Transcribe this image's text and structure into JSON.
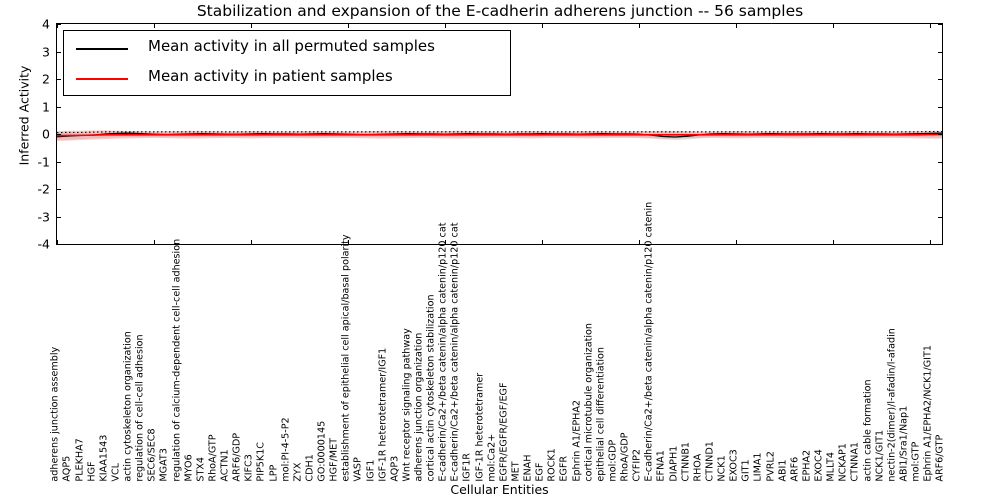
{
  "chart_data": {
    "type": "line",
    "title": "Stabilization and expansion of the E-cadherin adherens junction -- 56 samples",
    "xlabel": "Cellular Entities",
    "ylabel": "Inferred Activity",
    "ylim": [
      -4,
      4
    ],
    "yticks": [
      -4,
      -3,
      -2,
      -1,
      0,
      1,
      2,
      3,
      4
    ],
    "grid": false,
    "legend_position": "upper left",
    "legend": [
      {
        "label": "Mean activity in all permuted samples",
        "color": "#000000"
      },
      {
        "label": "Mean activity in patient samples",
        "color": "#ff0000"
      }
    ],
    "categories": [
      "adherens junction assembly",
      "AQP5",
      "PLEKHA7",
      "HGF",
      "KIAA1543",
      "VCL",
      "actin cytoskeleton organization",
      "regulation of cell-cell adhesion",
      "SEC6/SEC8",
      "MGAT3",
      "regulation of calcium-dependent cell-cell adhesion",
      "MYO6",
      "STX4",
      "RhoA/GTP",
      "ACTN1",
      "ARF6/GDP",
      "KIFC3",
      "PIP5K1C",
      "LPP",
      "mol:PI-4-5-P2",
      "ZYX",
      "CDH1",
      "GO:0000145",
      "HGF/MET",
      "establishment of epithelial cell apical/basal polarity",
      "VASP",
      "IGF1",
      "IGF-1R heterotetramer/IGF1",
      "AQP3",
      "Wnt receptor signaling pathway",
      "adherens junction organization",
      "cortical actin cytoskeleton stabilization",
      "E-cadherin/Ca2+/beta catenin/alpha catenin/p120 cat",
      "E-cadherin/Ca2+/beta catenin/alpha catenin/p120 cat",
      "IGF1R",
      "IGF-1R heterotetramer",
      "mol:Ca2+",
      "EGFR/EGFR/EGF/EGF",
      "MET",
      "ENAH",
      "EGF",
      "ROCK1",
      "EGFR",
      "Ephrin A1/EPHA2",
      "cortical microtubule organization",
      "epithelial cell differentiation",
      "mol:GDP",
      "RhoA/GDP",
      "CYFIP2",
      "E-cadherin/Ca2+/beta catenin/alpha catenin/p120 catenin",
      "EFNA1",
      "DIAPH1",
      "CTNNB1",
      "RHOA",
      "CTNND1",
      "NCK1",
      "EXOC3",
      "GIT1",
      "LIMA1",
      "PVRL2",
      "ABI1",
      "ARF6",
      "EPHA2",
      "EXOC4",
      "MLLT4",
      "NCKAP1",
      "CTNNA1",
      "actin cable formation",
      "NCK1/GIT1",
      "nectin-2(dimer)/l-afadin/l-afadin",
      "ABI1/Sra1/Nap1",
      "mol:GTP",
      "Ephrin A1/EPHA2/NCK1/GIT1",
      "ARF6/GTP"
    ],
    "series": [
      {
        "name": "Mean activity in all permuted samples",
        "color": "#000000",
        "values": [
          -0.1,
          -0.07,
          -0.05,
          -0.04,
          0.0,
          0.02,
          0.03,
          0.01,
          -0.01,
          -0.02,
          -0.01,
          0.0,
          0.01,
          0.0,
          -0.01,
          -0.01,
          0.0,
          0.01,
          0.0,
          0.0,
          -0.01,
          0.0,
          0.01,
          0.0,
          -0.01,
          -0.02,
          -0.02,
          -0.01,
          0.0,
          0.01,
          0.0,
          0.0,
          -0.01,
          0.0,
          0.01,
          0.0,
          0.0,
          -0.01,
          0.0,
          0.0,
          0.01,
          0.0,
          0.0,
          -0.01,
          0.0,
          0.01,
          0.0,
          0.0,
          -0.01,
          -0.04,
          -0.09,
          -0.11,
          -0.08,
          -0.03,
          0.0,
          0.01,
          0.0,
          -0.01,
          0.0,
          0.01,
          0.0,
          0.0,
          0.0,
          0.01,
          0.0,
          0.0,
          0.01,
          0.0,
          0.0,
          -0.01,
          0.0,
          0.01,
          0.02,
          0.03
        ]
      },
      {
        "name": "Mean activity in patient samples",
        "color": "#ff0000",
        "values": [
          -0.06,
          -0.05,
          -0.05,
          -0.04,
          -0.03,
          -0.03,
          -0.03,
          -0.03,
          -0.03,
          -0.03,
          -0.03,
          -0.03,
          -0.03,
          -0.03,
          -0.03,
          -0.03,
          -0.03,
          -0.03,
          -0.03,
          -0.03,
          -0.03,
          -0.03,
          -0.03,
          -0.03,
          -0.03,
          -0.03,
          -0.03,
          -0.03,
          -0.03,
          -0.03,
          -0.03,
          -0.03,
          -0.03,
          -0.03,
          -0.03,
          -0.03,
          -0.03,
          -0.03,
          -0.03,
          -0.03,
          -0.03,
          -0.03,
          -0.03,
          -0.03,
          -0.03,
          -0.03,
          -0.03,
          -0.03,
          -0.03,
          -0.03,
          -0.03,
          -0.03,
          -0.03,
          -0.03,
          -0.03,
          -0.03,
          -0.03,
          -0.03,
          -0.03,
          -0.03,
          -0.03,
          -0.03,
          -0.03,
          -0.03,
          -0.03,
          -0.03,
          -0.03,
          -0.03,
          -0.03,
          -0.03,
          -0.03,
          -0.03,
          -0.02,
          -0.02
        ]
      }
    ],
    "bands": [
      {
        "name": "permuted-band",
        "color": "#bbbbbb",
        "upper": [
          0.05,
          0.06,
          0.06,
          0.07,
          0.07,
          0.08,
          0.08,
          0.07,
          0.06,
          0.06,
          0.06,
          0.07,
          0.07,
          0.06,
          0.06,
          0.06,
          0.07,
          0.07,
          0.06,
          0.06,
          0.06,
          0.07,
          0.07,
          0.06,
          0.06,
          0.06,
          0.06,
          0.06,
          0.06,
          0.07,
          0.07,
          0.06,
          0.06,
          0.06,
          0.07,
          0.07,
          0.06,
          0.06,
          0.06,
          0.07,
          0.07,
          0.06,
          0.06,
          0.06,
          0.07,
          0.07,
          0.06,
          0.06,
          0.06,
          0.07,
          0.08,
          0.07,
          0.06,
          0.06,
          0.06,
          0.07,
          0.07,
          0.06,
          0.06,
          0.06,
          0.07,
          0.07,
          0.06,
          0.06,
          0.06,
          0.07,
          0.07,
          0.06,
          0.06,
          0.06,
          0.07,
          0.07,
          0.08,
          0.08
        ],
        "lower": [
          -0.22,
          -0.2,
          -0.18,
          -0.16,
          -0.14,
          -0.12,
          -0.12,
          -0.12,
          -0.12,
          -0.12,
          -0.12,
          -0.12,
          -0.12,
          -0.12,
          -0.12,
          -0.12,
          -0.12,
          -0.12,
          -0.12,
          -0.12,
          -0.12,
          -0.12,
          -0.12,
          -0.12,
          -0.12,
          -0.12,
          -0.12,
          -0.12,
          -0.12,
          -0.12,
          -0.12,
          -0.12,
          -0.12,
          -0.12,
          -0.12,
          -0.12,
          -0.12,
          -0.12,
          -0.12,
          -0.12,
          -0.12,
          -0.12,
          -0.12,
          -0.12,
          -0.12,
          -0.12,
          -0.12,
          -0.12,
          -0.12,
          -0.16,
          -0.2,
          -0.22,
          -0.2,
          -0.16,
          -0.12,
          -0.12,
          -0.12,
          -0.12,
          -0.12,
          -0.12,
          -0.12,
          -0.12,
          -0.12,
          -0.12,
          -0.12,
          -0.12,
          -0.12,
          -0.12,
          -0.12,
          -0.12,
          -0.12,
          -0.12,
          -0.13,
          -0.14
        ]
      },
      {
        "name": "patient-band",
        "color": "#f3a0a0",
        "upper": [
          0.11,
          0.12,
          0.12,
          0.13,
          0.13,
          0.12,
          0.11,
          0.1,
          0.09,
          0.1,
          0.11,
          0.12,
          0.11,
          0.1,
          0.09,
          0.1,
          0.11,
          0.1,
          0.09,
          0.09,
          0.1,
          0.11,
          0.1,
          0.09,
          0.09,
          0.1,
          0.11,
          0.12,
          0.11,
          0.1,
          0.09,
          0.1,
          0.11,
          0.12,
          0.11,
          0.1,
          0.09,
          0.09,
          0.1,
          0.11,
          0.1,
          0.09,
          0.09,
          0.1,
          0.11,
          0.1,
          0.09,
          0.09,
          0.1,
          0.11,
          0.12,
          0.11,
          0.1,
          0.09,
          0.09,
          0.1,
          0.11,
          0.1,
          0.09,
          0.09,
          0.1,
          0.11,
          0.1,
          0.09,
          0.09,
          0.1,
          0.11,
          0.1,
          0.09,
          0.09,
          0.1,
          0.11,
          0.12,
          0.12
        ],
        "lower": [
          -0.25,
          -0.24,
          -0.22,
          -0.2,
          -0.18,
          -0.17,
          -0.16,
          -0.15,
          -0.14,
          -0.15,
          -0.16,
          -0.17,
          -0.16,
          -0.15,
          -0.14,
          -0.15,
          -0.16,
          -0.15,
          -0.14,
          -0.14,
          -0.15,
          -0.16,
          -0.15,
          -0.14,
          -0.14,
          -0.15,
          -0.16,
          -0.17,
          -0.16,
          -0.15,
          -0.14,
          -0.15,
          -0.16,
          -0.17,
          -0.16,
          -0.15,
          -0.14,
          -0.14,
          -0.15,
          -0.16,
          -0.15,
          -0.14,
          -0.14,
          -0.15,
          -0.16,
          -0.15,
          -0.14,
          -0.14,
          -0.15,
          -0.16,
          -0.17,
          -0.16,
          -0.15,
          -0.14,
          -0.14,
          -0.15,
          -0.16,
          -0.15,
          -0.14,
          -0.14,
          -0.15,
          -0.16,
          -0.15,
          -0.14,
          -0.14,
          -0.15,
          -0.16,
          -0.15,
          -0.14,
          -0.14,
          -0.15,
          -0.16,
          -0.17,
          -0.17
        ]
      }
    ]
  }
}
